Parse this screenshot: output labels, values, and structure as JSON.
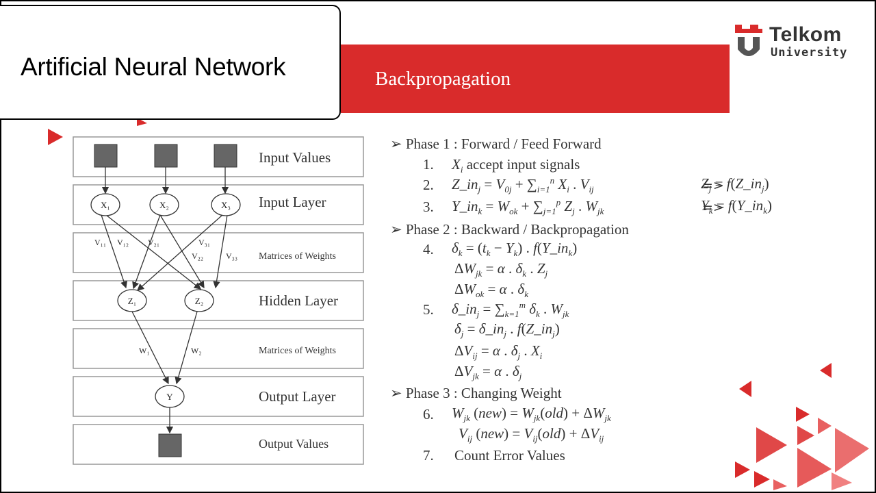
{
  "title": "Artificial Neural Network",
  "banner": "Backpropagation",
  "logo": {
    "name": "Telkom",
    "sub": "University"
  },
  "diagram": {
    "rows": [
      "Input Values",
      "Input Layer",
      "Matrices of Weights",
      "Hidden Layer",
      "Matrices of Weights",
      "Output Layer",
      "Output Values"
    ],
    "input_nodes": [
      "X₁",
      "X₂",
      "X₃"
    ],
    "hidden_nodes": [
      "Z₁",
      "Z₂"
    ],
    "output_node": "Y",
    "v_weights": [
      "V₁₁",
      "V₁₂",
      "V₂₁",
      "V₃₁",
      "V₂₂",
      "V₃₃"
    ],
    "w_weights": [
      "W₁",
      "W₂"
    ]
  },
  "content": {
    "phase1": "Phase 1 : Forward / Feed Forward",
    "phase2": "Phase 2 : Backward / Backpropagation",
    "phase3": "Phase 3 :  Changing Weight",
    "numbers": [
      "1.",
      "2.",
      "3.",
      "4.",
      "5.",
      "6.",
      "7."
    ],
    "step1": "accept input signals",
    "step7": "Count Error Values",
    "implies": "=>"
  }
}
